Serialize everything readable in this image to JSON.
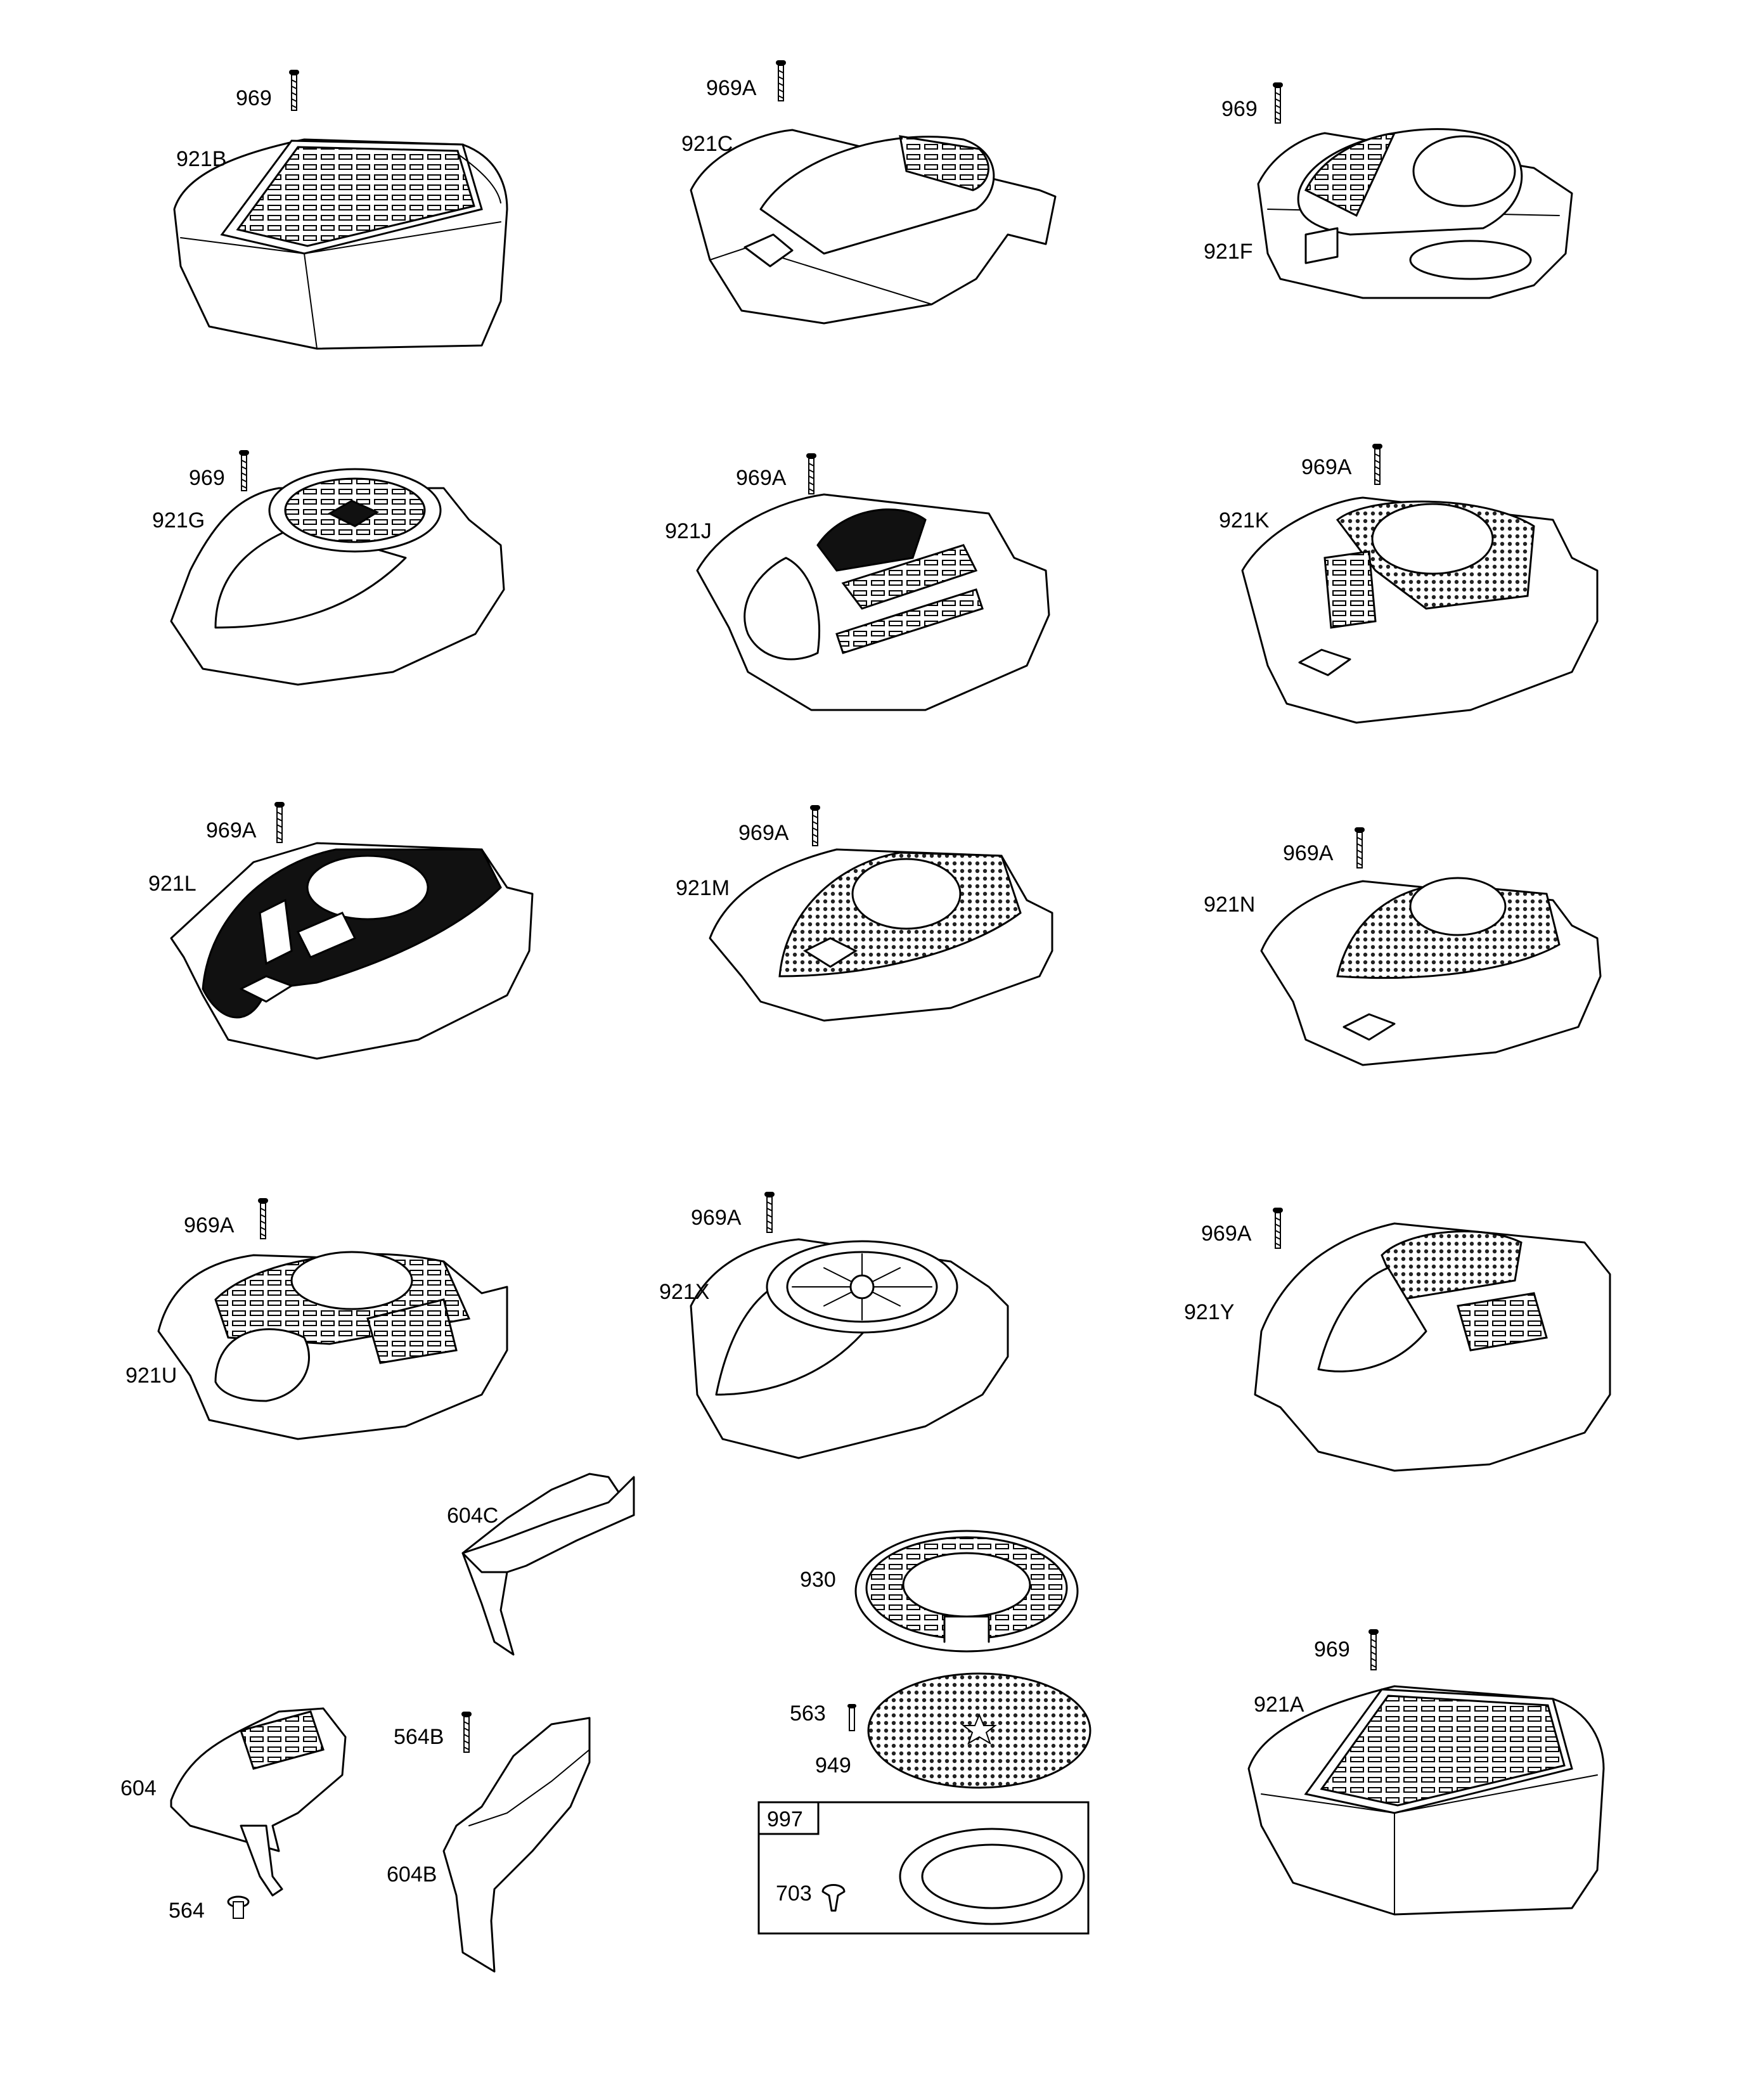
{
  "callouts": {
    "b1": "969",
    "l_921B": "921B",
    "c1": "969A",
    "l_921C": "921C",
    "f1": "969",
    "l_921F": "921F",
    "g1": "969",
    "l_921G": "921G",
    "j1": "969A",
    "l_921J": "921J",
    "k1": "969A",
    "l_921K": "921K",
    "lb1": "969A",
    "l_921L": "921L",
    "m1": "969A",
    "l_921M": "921M",
    "n1": "969A",
    "l_921N": "921N",
    "u1": "969A",
    "l_921U": "921U",
    "x1": "969A",
    "l_921X": "921X",
    "y1": "969A",
    "l_921Y": "921Y",
    "l_604C": "604C",
    "l_930": "930",
    "l_563": "563",
    "l_949": "949",
    "l_997": "997",
    "l_703": "703",
    "a1": "969",
    "l_921A": "921A",
    "l_604": "604",
    "l_564": "564",
    "l_564B": "564B",
    "l_604B": "604B"
  }
}
